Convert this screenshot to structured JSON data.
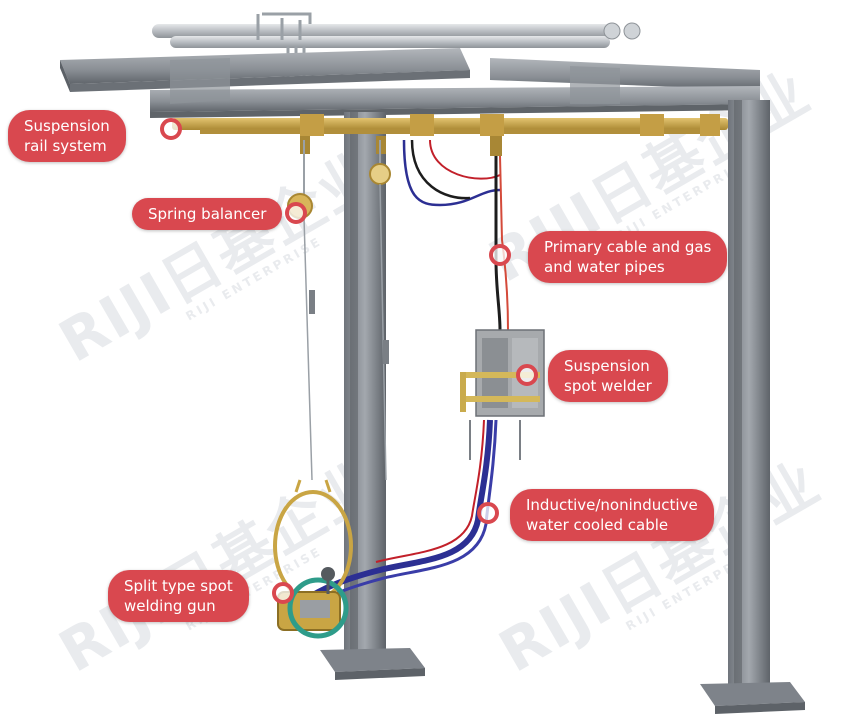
{
  "callouts": {
    "suspension_rail": [
      "Suspension",
      "rail system"
    ],
    "spring_balancer": [
      "Spring balancer"
    ],
    "primary_cable": [
      "Primary cable and gas",
      "and water pipes"
    ],
    "spot_welder": [
      "Suspension",
      "spot welder"
    ],
    "water_cooled_cable": [
      "Inductive/noninductive",
      "water cooled cable"
    ],
    "welding_gun": [
      "Split type spot",
      "welding gun"
    ]
  },
  "watermark": {
    "brand": "RIJI",
    "chinese": "日基企业",
    "tagline": "RIJI ENTERPRISE"
  },
  "colors": {
    "callout": "#d9484f",
    "steel": "#8d9299",
    "rail": "#c8a24a",
    "watermark": "#e9ebee"
  }
}
